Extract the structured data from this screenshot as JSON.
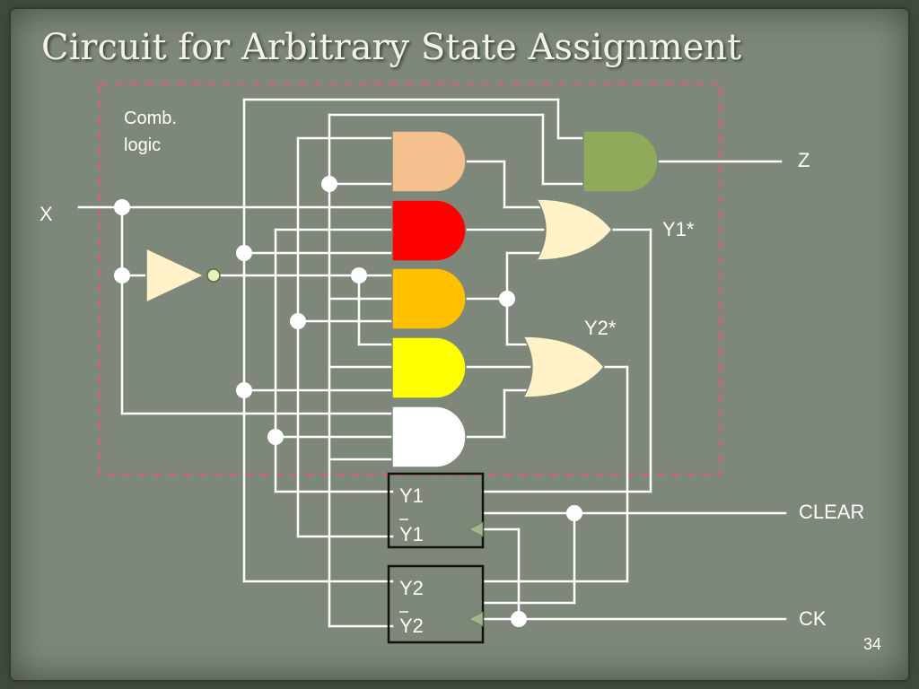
{
  "slide_title": "Circuit for Arbitrary State Assignment",
  "block_label_line1": "Comb.",
  "block_label_line2": "logic",
  "labels": {
    "x": "X",
    "z": "Z",
    "y1_star": "Y1*",
    "y2_star": "Y2*",
    "clear": "CLEAR",
    "ck": "CK"
  },
  "flipflops": [
    {
      "q": "Y1",
      "qbar": "Y1"
    },
    {
      "q": "Y2",
      "qbar": "Y2"
    }
  ],
  "page_number": "34",
  "colors": {
    "and_gate_1": "#f4c08e",
    "and_gate_2": "#ff0000",
    "and_gate_3": "#ffc000",
    "and_gate_4": "#ffff00",
    "and_gate_5": "#ffffff",
    "z_and_gate": "#8faa5a",
    "or_gates": "#fff2c8",
    "inverter": "#fff2c8",
    "comb_logic_border": "#d06080",
    "wire": "#ffffff"
  }
}
